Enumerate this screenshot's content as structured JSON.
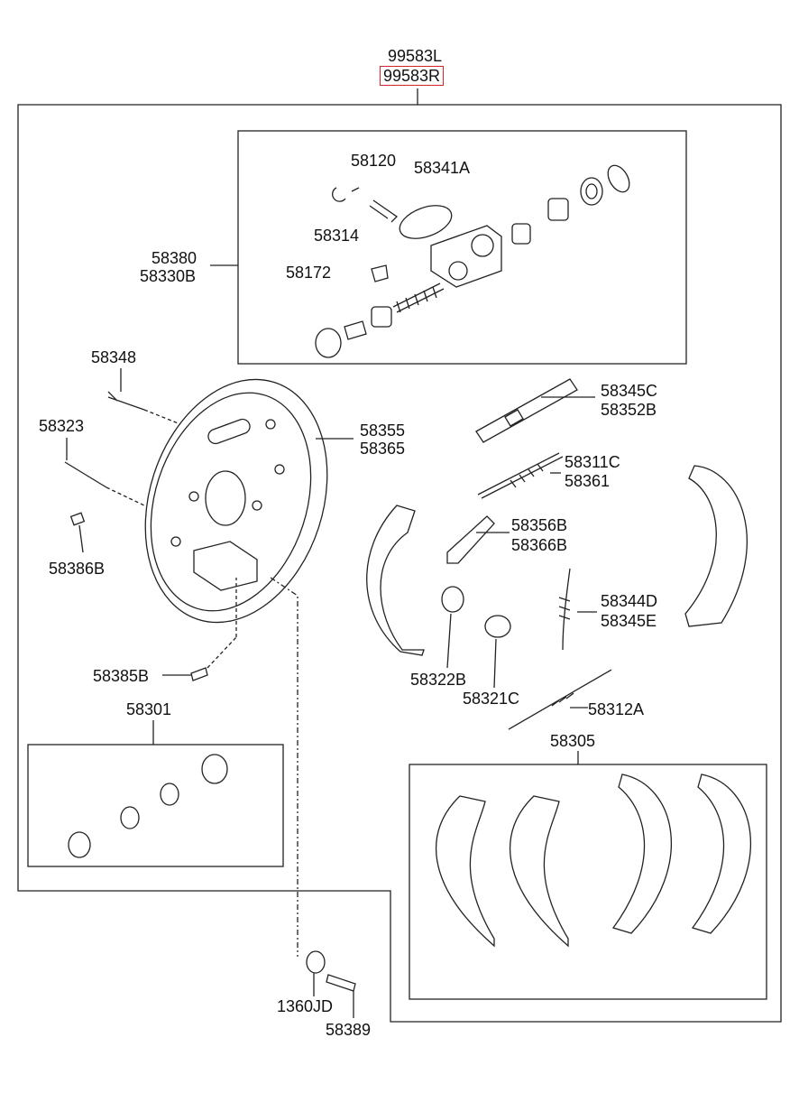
{
  "diagram": {
    "assembly_numbers": [
      "99583L",
      "99583R"
    ],
    "highlighted_part": "99583R",
    "highlight_color": "#d6252a",
    "parts": {
      "p58120": "58120",
      "p58341A": "58341A",
      "p58314": "58314",
      "p58380": "58380",
      "p58330B": "58330B",
      "p58172": "58172",
      "p58348": "58348",
      "p58323": "58323",
      "p58355": "58355",
      "p58365": "58365",
      "p58345C": "58345C",
      "p58352B": "58352B",
      "p58311C": "58311C",
      "p58361": "58361",
      "p58356B": "58356B",
      "p58366B": "58366B",
      "p58386B": "58386B",
      "p58344D": "58344D",
      "p58345E": "58345E",
      "p58322B": "58322B",
      "p58321C": "58321C",
      "p58385B": "58385B",
      "p58312A": "58312A",
      "p58301": "58301",
      "p58305": "58305",
      "p1360JD": "1360JD",
      "p58389": "58389"
    }
  }
}
